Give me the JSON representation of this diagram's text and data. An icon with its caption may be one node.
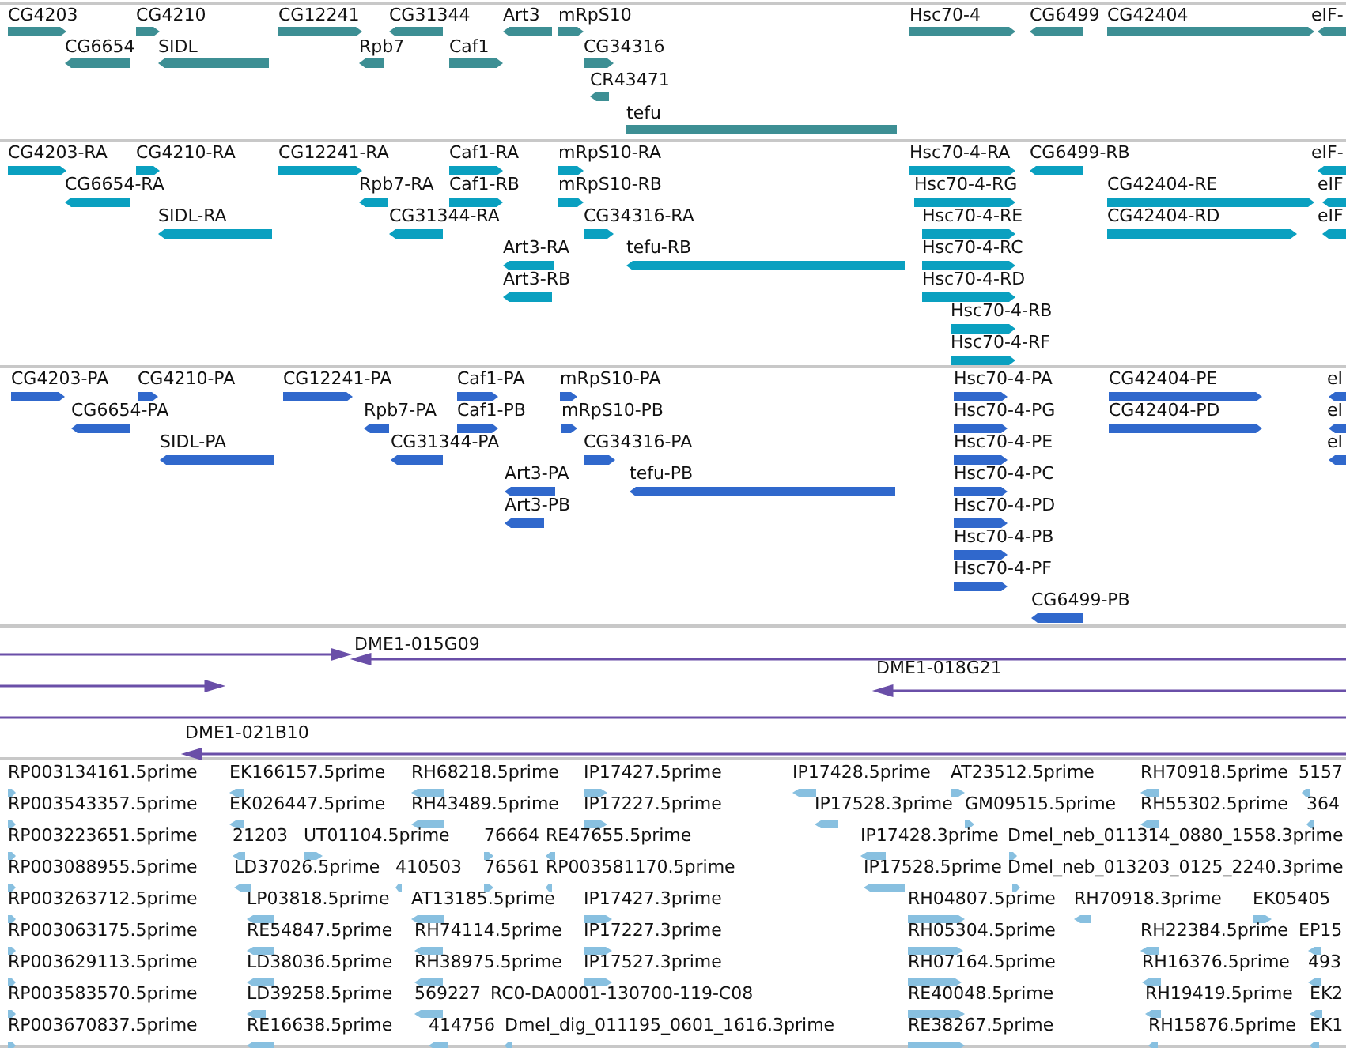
{
  "diagram": {
    "labels": [
      "CG4203",
      "CG4210",
      "CG12241",
      "CG31344",
      "Art3",
      "mRpS10",
      "Hsc70-4",
      "CG6499",
      "CG42404",
      "eIF-",
      "CG6654",
      "SIDL",
      "Rpb7",
      "Caf1",
      "CG34316",
      "CR43471",
      "tefu",
      "CG4203-RA",
      "CG4210-RA",
      "CG12241-RA",
      "Caf1-RA",
      "mRpS10-RA",
      "Hsc70-4-RA",
      "CG6499-RB",
      "eIF-",
      "CG6654-RA",
      "Rpb7-RA",
      "Caf1-RB",
      "mRpS10-RB",
      "Hsc70-4-RG",
      "CG42404-RE",
      "eIF",
      "SIDL-RA",
      "CG31344-RA",
      "CG34316-RA",
      "Hsc70-4-RE",
      "CG42404-RD",
      "eIF",
      "Art3-RA",
      "tefu-RB",
      "Hsc70-4-RC",
      "Art3-RB",
      "Hsc70-4-RD",
      "Hsc70-4-RB",
      "Hsc70-4-RF",
      "CG4203-PA",
      "CG4210-PA",
      "CG12241-PA",
      "Caf1-PA",
      "mRpS10-PA",
      "Hsc70-4-PA",
      "CG42404-PE",
      "eI",
      "CG6654-PA",
      "Rpb7-PA",
      "Caf1-PB",
      "mRpS10-PB",
      "Hsc70-4-PG",
      "CG42404-PD",
      "eI",
      "SIDL-PA",
      "CG31344-PA",
      "CG34316-PA",
      "Hsc70-4-PE",
      "eI",
      "Art3-PA",
      "tefu-PB",
      "Hsc70-4-PC",
      "Art3-PB",
      "Hsc70-4-PD",
      "Hsc70-4-PB",
      "Hsc70-4-PF",
      "CG6499-PB",
      "DME1-015G09",
      "DME1-018G21",
      "DME1-021B10",
      "RP003134161.5prime",
      "EK166157.5prime",
      "RH68218.5prime",
      "IP17427.5prime",
      "IP17428.5prime",
      "AT23512.5prime",
      "RH70918.5prime",
      "5157",
      "RP003543357.5prime",
      "EK026447.5prime",
      "RH43489.5prime",
      "IP17227.5prime",
      "IP17528.3prime",
      "GM09515.5prime",
      "RH55302.5prime",
      "364",
      "RP003223651.5prime",
      "21203",
      "UT01104.5prime",
      "76664",
      "RE47655.5prime",
      "IP17428.3prime",
      "Dmel_neb_011314_0880_1558.3prime",
      "RP003088955.5prime",
      "LD37026.5prime",
      "410503",
      "76561",
      "RP003581170.5prime",
      "IP17528.5prime",
      "Dmel_neb_013203_0125_2240.3prime",
      "RP003263712.5prime",
      "LP03818.5prime",
      "AT13185.5prime",
      "IP17427.3prime",
      "RH04807.5prime",
      "RH70918.3prime",
      "EK05405",
      "RP003063175.5prime",
      "RE54847.5prime",
      "RH74114.5prime",
      "IP17227.3prime",
      "RH05304.5prime",
      "RH22384.5prime",
      "EP15",
      "RP003629113.5prime",
      "LD38036.5prime",
      "RH38975.5prime",
      "IP17527.3prime",
      "RH07164.5prime",
      "RH16376.5prime",
      "493",
      "RP003583570.5prime",
      "LD39258.5prime",
      "569227",
      "RC0-DA0001-130700-119-C08",
      "RE40048.5prime",
      "RH19419.5prime",
      "EK2",
      "RP003670837.5prime",
      "RE16638.5prime",
      "414756",
      "Dmel_dig_011195_0601_1616.3prime",
      "RE38267.5prime",
      "RH15876.5prime",
      "EK1"
    ]
  }
}
